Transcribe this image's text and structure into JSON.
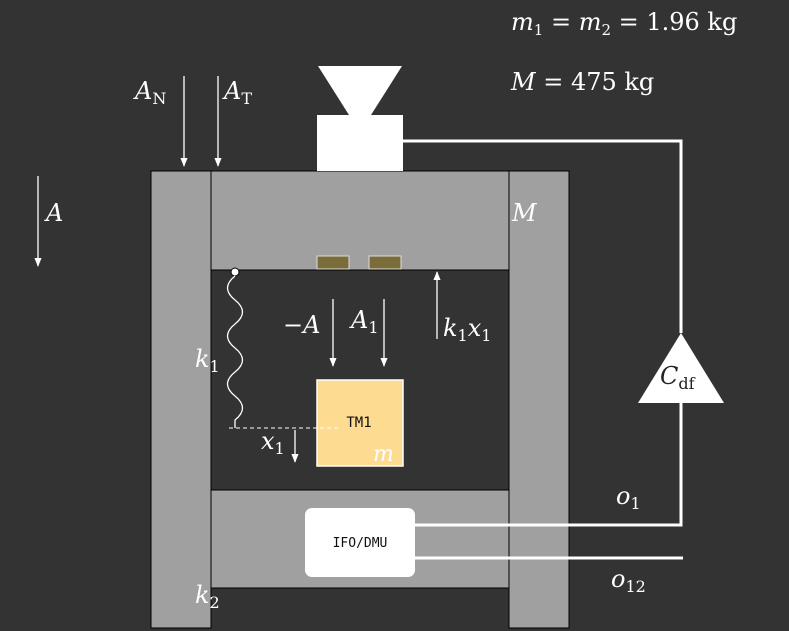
{
  "equations": {
    "masses_lhs": "m",
    "masses_sub1": "1",
    "masses_eq1": " = ",
    "masses_m2": "m",
    "masses_sub2": "2",
    "masses_rhs": " = 1.96 kg",
    "big_mass_lhs": "M",
    "big_mass_rhs": " = 475 kg"
  },
  "labels": {
    "a_n_main": "A",
    "a_n_sub": "N",
    "a_t_main": "A",
    "a_t_sub": "T",
    "a": "A",
    "big_m": "M",
    "neg_a": "−A",
    "a1_main": "A",
    "a1_sub": "1",
    "k1x1_k": "k",
    "k1x1_sub1": "1",
    "k1x1_x": "x",
    "k1x1_sub2": "1",
    "k1_main": "k",
    "k1_sub": "1",
    "x1_main": "x",
    "x1_sub": "1",
    "small_m": "m",
    "k2_main": "k",
    "k2_sub": "2",
    "cdf_main": "C",
    "cdf_sub": "df",
    "o1_main": "o",
    "o1_sub": "1",
    "o12_main": "o",
    "o12_sub": "12"
  },
  "boxes": {
    "tm1": "TM1",
    "ifo": "IFO/DMU"
  },
  "colors": {
    "background": "#333333",
    "frame": "#a0a0a0",
    "cavity": "#333333",
    "test_mass": "#fddc92",
    "sensor": "#7b6d3a",
    "line": "#ffffff"
  }
}
